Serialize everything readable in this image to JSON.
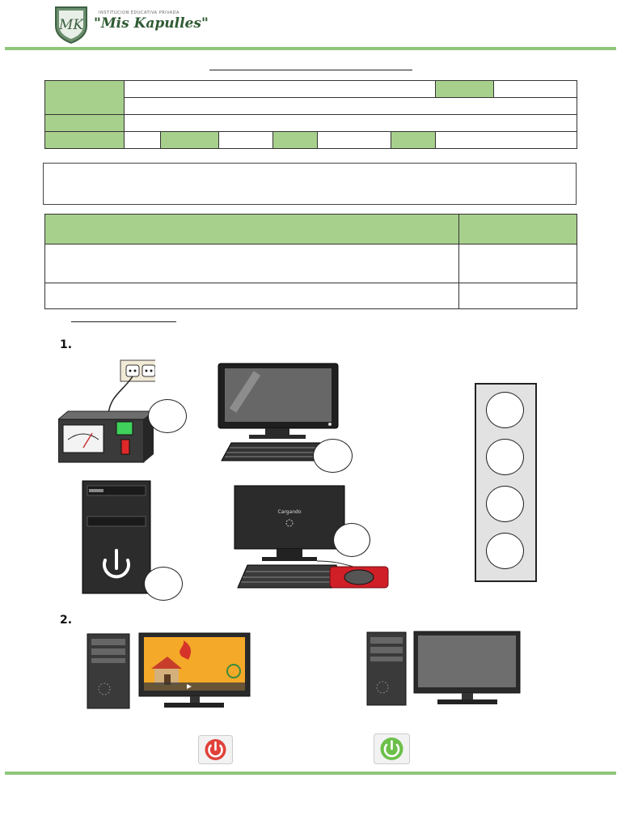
{
  "header": {
    "institution_line": "INSTITUCION EDUCATIVA PRIVADA",
    "institution_name": "\"Mis Kapulles\"",
    "logo_initials": "MK"
  },
  "questions": [
    {
      "number": "1."
    },
    {
      "number": "2."
    }
  ],
  "monitor_screen_text": "Cargando",
  "colors": {
    "accent_green": "#a8d08d",
    "rule_green": "#8fc77a",
    "power_off_red": "#e0413a",
    "power_on_green": "#6cc04a"
  },
  "icons": [
    "logo-shield-icon",
    "power-outlet-icon",
    "voltage-stabilizer-icon",
    "monitor-icon",
    "keyboard-icon",
    "cpu-tower-icon",
    "power-button-icon",
    "mouse-icon",
    "power-off-icon",
    "power-on-icon"
  ]
}
